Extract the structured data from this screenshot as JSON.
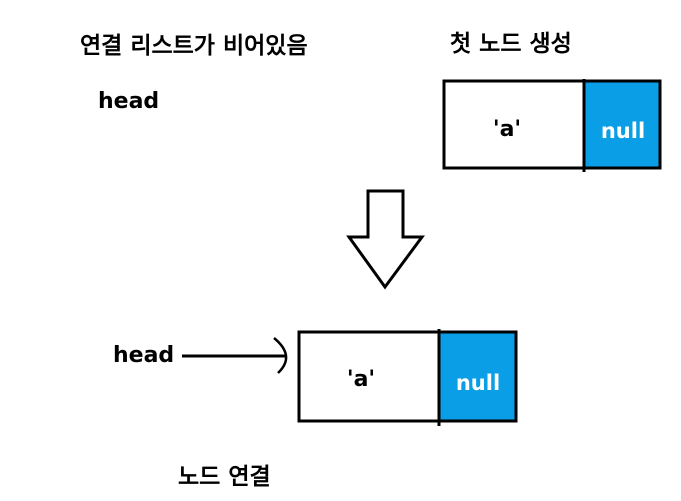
{
  "titles": {
    "empty_list": "연결 리스트가 비어있음",
    "create_first_node": "첫 노드 생성",
    "link_node": "노드 연결"
  },
  "head_label": "head",
  "node": {
    "data_value": "'a'",
    "next_value": "null"
  },
  "colors": {
    "next_field_fill": "#0a9ee6",
    "next_field_text": "#ffffff",
    "outline": "#000000"
  }
}
